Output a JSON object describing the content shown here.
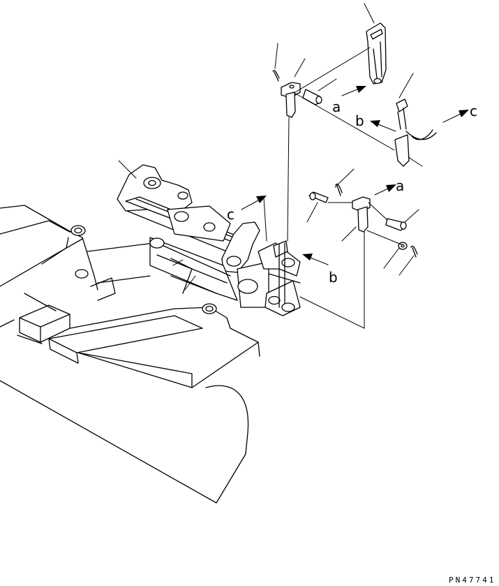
{
  "labels": {
    "a_upper": "a",
    "b_upper": "b",
    "c_upper": "c",
    "a_lower": "a",
    "c_mid": "c",
    "b_mid": "b"
  },
  "drawing_code": "PN47741",
  "colors": {
    "line": "#000000",
    "background": "#ffffff"
  }
}
